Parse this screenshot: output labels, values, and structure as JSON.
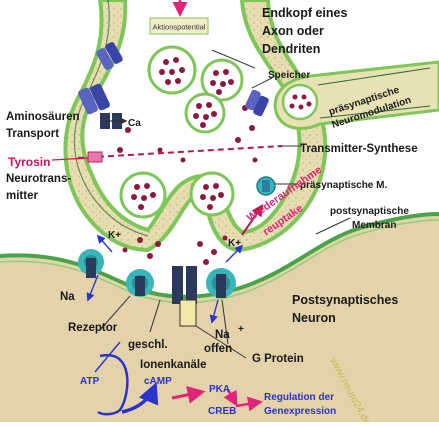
{
  "colors": {
    "background": "#ffffff",
    "terminal_fill": "#e7e1b3",
    "terminal_outline": "#7fc65a",
    "terminal_outline_dark": "#2f6b30",
    "postsynaptic_fill": "#e4d3aa",
    "postsynaptic_membrane": "#4aa34a",
    "vesicle_fill": "#ffffff",
    "vesicle_dot": "#8b1a3c",
    "receptor": "#38b5b8",
    "channel_dark": "#2b3a5c",
    "ion_blue": "#2a34c8",
    "magenta": "#e0247a",
    "tyrosin_red": "#c2185b",
    "arrow_red": "#b01a45",
    "watermark": "#c8b84a"
  },
  "labels": {
    "endkopf": [
      "Endkopf eines",
      "Axon oder",
      "Dendriten"
    ],
    "aktionspotential": "Aktionspotential",
    "speicher": "Speicher",
    "praesyn_neuromod": [
      "präsynaptische",
      "Neuromodulation"
    ],
    "aminosaeuren": [
      "Aminosäuren",
      "Transport"
    ],
    "ca": "Ca",
    "tyrosin": "Tyrosin",
    "transmitter_synthese": "Transmitter-Synthese",
    "neurotransmitter": [
      "Neurotrans-",
      "mitter"
    ],
    "praesyn_m": "präsynaptische M.",
    "wiederaufnahme": "Wiederaufnahme",
    "reuptake": "reuptake",
    "postsyn_membran": [
      "postsynaptische",
      "Membran"
    ],
    "k_plus": "K+",
    "na": "Na",
    "na_plus": "Na",
    "postsyn_neuron": [
      "Postsynaptisches",
      "Neuron"
    ],
    "rezeptor": "Rezeptor",
    "geschl": "geschl.",
    "offen": "offen",
    "ionenkanaele": "Ionenkanäle",
    "g_protein": "G Protein",
    "atp": "ATP",
    "camp": "cAMP",
    "pka": "PKA",
    "creb": "CREB",
    "regulation": [
      "Regulation der",
      "Genexpression"
    ],
    "watermark": "www.neuro24.de"
  }
}
